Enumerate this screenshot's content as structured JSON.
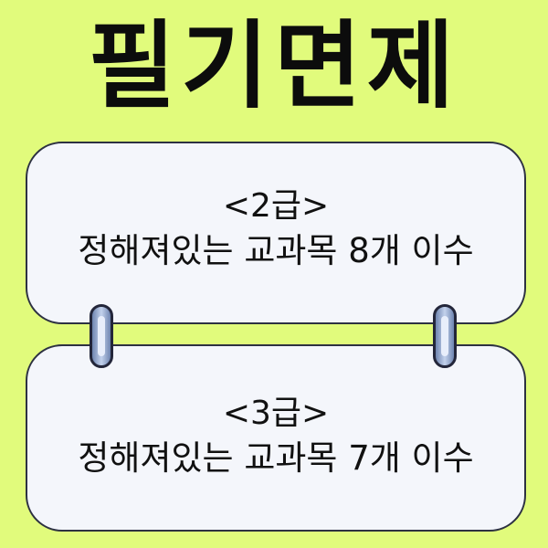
{
  "title": "필기면제",
  "cards": [
    {
      "grade": "<2급>",
      "desc": "정해져있는 교과목 8개 이수"
    },
    {
      "grade": "<3급>",
      "desc": "정해져있는 교과목 7개 이수"
    }
  ],
  "colors": {
    "background": "#e1fb7c",
    "card": "#f4f6fb",
    "border": "#2d3142",
    "ring": "#6e84b0"
  }
}
